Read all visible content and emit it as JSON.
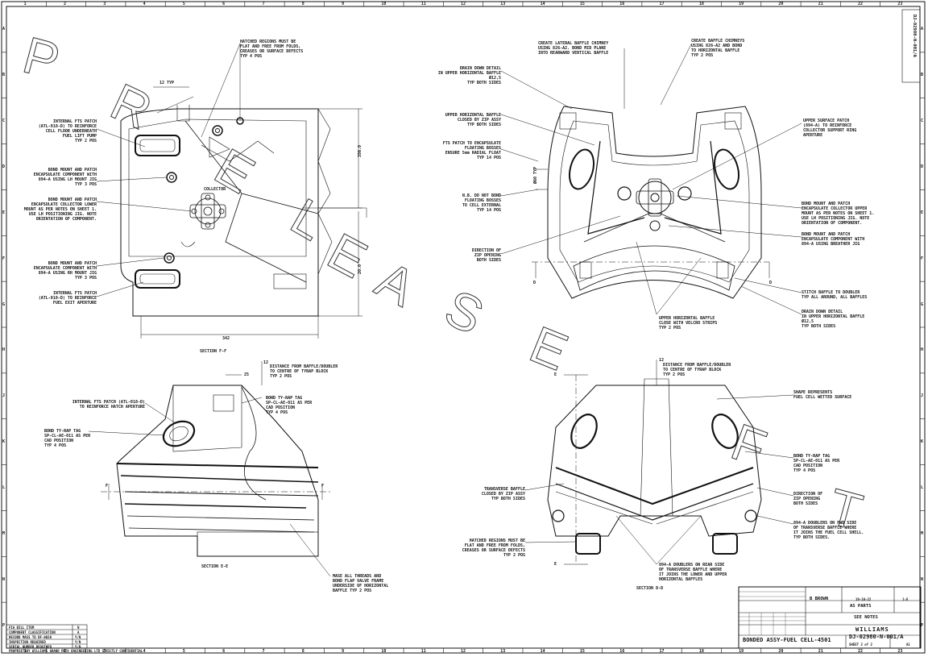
{
  "watermark": [
    "P",
    "R",
    "E",
    "L",
    "E",
    "A",
    "S",
    "E",
    "F",
    "T"
  ],
  "zones_top": [
    "1",
    "2",
    "3",
    "4",
    "5",
    "6",
    "7",
    "8",
    "9",
    "10",
    "11",
    "12",
    "13",
    "14",
    "15",
    "16",
    "17",
    "18",
    "19",
    "20",
    "21",
    "22",
    "23"
  ],
  "zones_side": [
    "A",
    "B",
    "C",
    "D",
    "E",
    "F",
    "G",
    "H",
    "J",
    "K",
    "L",
    "M",
    "N",
    "P"
  ],
  "sections": {
    "ff": "SECTION F-F",
    "ee": "SECTION E-E",
    "dd": "SECTION D-D"
  },
  "dims": {
    "d12typ": "12 TYP",
    "d342": "342",
    "d356": "356.0",
    "d20": "20.0",
    "d12a": "12",
    "d25": "25",
    "d12b": "12",
    "d60": "Ø60 TYP",
    "d_D1": "D",
    "d_D2": "D",
    "d_E1": "E",
    "d_E2": "E",
    "d_F1": "F",
    "d_F2": "F"
  },
  "notes": {
    "ff_hatched": "HATCHED REGIONS MUST BE\nFLAT AND FREE FROM FOLDS,\nCREASES OR SURFACE DEFECTS\nTYP 4 POS",
    "ff_internal_fts1": "INTERNAL FTS PATCH\n(ATL-018-D) TO REINFORCE\nCELL FLOOR UNDERNEATH\nFUEL LIFT PUMP\nTYP 2 POS",
    "ff_bond_mount1": "BOND MOUNT AND PATCH\nENCAPSULATE COMPONENT WITH\n894-A USING LH MOUNT JIG\nTYP 3 POS",
    "ff_collector_label": "COLLECTOR",
    "ff_bond_mount2": "BOND MOUNT AND PATCH\nENCAPSULATE COLLECTOR LOWER\nMOUNT AS PER NOTES ON SHEET 1.\nUSE LH POSITIONING JIG. NOTE\nORIENTATION OF COMPONENT.",
    "ff_bond_mount3": "BOND MOUNT AND PATCH\nENCAPSULATE COMPONENT WITH\n894-A USING RH MOUNT JIG\nTYP 3 POS",
    "ff_internal_fts2": "INTERNAL FTS PATCH\n(ATL-018-D) TO REINFORCE\nFUEL EXIT APERTURE",
    "dd_lateral_chimney": "CREATE LATERAL BAFFLE CHIMNEY\nUSING 826-A2. BOND MID PLANE\nINTO REARWARD VERTICAL BAFFLE",
    "dd_chimneys": "CREATE BAFFLE CHIMNEYS\nUSING 826-A2 AND BOND\nTO HORIZONTAL BAFFLE\nTYP 2 POS",
    "dd_drain_down1": "DRAIN DOWN DETAIL\nIN UPPER HORIZONTAL BAFFLE\nØ12,5\nTYP BOTH SIDES",
    "dd_upper_horiz": "UPPER HORIZONTAL BAFFLE\nCLOSED BY ZIP ASSY\nTYP BOTH SIDES",
    "dd_fts_patch": "FTS PATCH TO ENCAPSULATE\nFLOATING BOSSES\nENSURE 5mm RADIAL FLOAT\nTYP 14 POS",
    "dd_nb": "N.B. DO NOT BOND\nFLOATING BOSSES\nTO CELL EXTERNAL\nTYP 14 POS",
    "dd_direction_zip": "DIRECTION OF\nZIP OPENING\nBOTH SIDES",
    "dd_upper_surface": "UPPER SURFACE PATCH\n(894-A) TO REINFORCE\nCOLLECTOR SUPPORT RING\nAPERTURE",
    "dd_bond_upper": "BOND MOUNT AND PATCH\nENCAPSULATE COLLECTOR UPPER\nMOUNT AS PER NOTES ON SHEET 1.\nUSE LH POSITIONING JIG. NOTE\nORIENTATION OF COMPONENT.",
    "dd_bond_breather": "BOND MOUNT AND PATCH\nENCAPSULATE COMPONENT WITH\n894-A USING BREATHER JIG",
    "dd_stitch": "STITCH BAFFLE TO DOUBLER\nTYP ALL AROUND, ALL BAFFLES",
    "dd_drain_down2": "DRAIN DOWN DETAIL\nIN UPPER HORIZONTAL BAFFLE\nØ12,5\nTYP BOTH SIDES",
    "dd_upper_velcro": "UPPER HORIZONTAL BAFFLE\nCLOSE WITH VELCRO STRIPS\nTYP 2 POS",
    "ee_distance": "DISTANCE FROM BAFFLE/DOUBLER\nTO CENTRE OF TYRAP BLOCK\nTYP 2 POS",
    "ee_bond_tyrap1": "BOND TY-RAP TAG\nSP-CL-AE-011 AS PER\nCAD POSITION\nTYP 4 POS",
    "ee_internal_fts": "INTERNAL FTS PATCH (ATL-018-D)\nTO REINFORCE HATCH APERTURE",
    "ee_bond_tyrap2": "BOND TY-RAP TAG\nSP-CL-AE-011 AS PER\nCAD POSITION\nTYP 4 POS",
    "ee_mase": "MASE ALL THREADS AND\nBOND FLAP VALVE FRAME\nUNDERSIDE OF HORIZONTAL\nBAFFLE TYP 2 POS",
    "dd2_distance": "DISTANCE FROM BAFFLE/DOUBLER\nTO CENTRE OF TYRAP BLOCK\nTYP 2 POS",
    "dd2_shape": "SHAPE REPRESENTS\nFUEL CELL WETTED SURFACE",
    "dd2_bond_tyrap": "BOND TY-RAP TAG\nSP-CL-AE-011 AS PER\nCAD POSITION\nTYP 4 POS",
    "dd2_transverse": "TRANSVERSE BAFFLE\nCLOSED BY ZIP ASSY\nTYP BOTH SIDES",
    "dd2_direction": "DIRECTION OF\nZIP OPENING\nBOTH SIDES",
    "dd2_894_fwd": "894-A DOUBLERS ON FWD SIDE\nOF TRANSVERSE BAFFLE WHERE\nIT JOINS THE FUEL CELL SHELL.\nTYP BOTH SIDES.",
    "dd2_hatched": "HATCHED REGIONS MUST BE\nFLAT AND FREE FROM FOLDS,\nCREASES OR SURFACE DEFECTS\nTYP 2 POS",
    "dd2_894_rear": "894-A DOUBLERS ON REAR SIDE\nOF TRANSVERSE BAFFLE WHERE\nIT JOINS THE LOWER AND UPPER\nHORIZONTAL BAFFLES"
  },
  "title_block": {
    "name": "B BROWN",
    "date": "19-10-22",
    "scale": "1:6",
    "as_parts": "AS PARTS",
    "see_notes": "SEE NOTES",
    "company": "WILLIAMS",
    "title": "BONDED ASSY-FUEL CELL-4501",
    "drawing_no": "DJ-02980-N-001/A",
    "sheet": "SHEET 2 of 2",
    "size": "A1",
    "side_number": "DJ-02980-N-001/A"
  },
  "class_block": {
    "rows": [
      "FIA BILL ITEM",
      "COMPONENT CLASSIFICATION",
      "RECORD MASS TO DF-0020",
      "INSPECTION REQUIRED",
      "SERIAL NUMBER REQUIRED"
    ],
    "vals": [
      "N",
      "A",
      "Y/N",
      "Y/N",
      "Y/N"
    ],
    "footer": "PROPRIETARY WILLIAMS GRAND PRIX ENGINEERING LTD  STRICTLY CONFIDENTIAL"
  }
}
